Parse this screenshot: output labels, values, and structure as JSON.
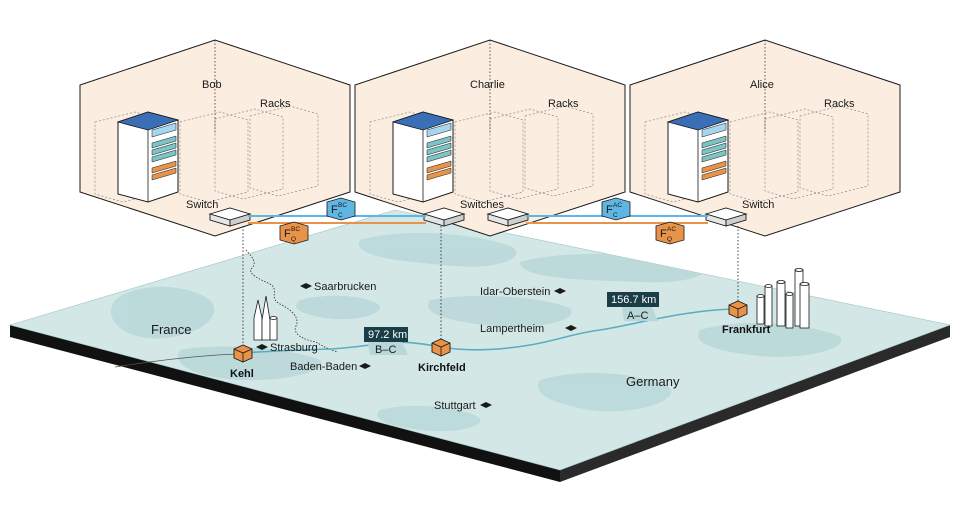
{
  "colors": {
    "map": "#d4e7e7",
    "map_patch": "#b9d7d9",
    "map_edge_front": "#1a1a1a",
    "node": "#e8934a",
    "classical_link": "#5fb6e3",
    "quantum_link": "#e8934a",
    "fiber": "#5aaec0",
    "site_panel": "#fbeee0",
    "rack_top": "#3a6fb8"
  },
  "sites": [
    {
      "name": "Bob",
      "racks_label": "Racks",
      "switch_label": "Switch"
    },
    {
      "name": "Charlie",
      "racks_label": "Racks",
      "switch_label": "Switches"
    },
    {
      "name": "Alice",
      "racks_label": "Racks",
      "switch_label": "Switch"
    }
  ],
  "links": {
    "bc_classical": {
      "main": "F",
      "sup": "BC",
      "sub": "C"
    },
    "bc_quantum": {
      "main": "F",
      "sup": "BC",
      "sub": "Q"
    },
    "ac_classical": {
      "main": "F",
      "sup": "AC",
      "sub": "C"
    },
    "ac_quantum": {
      "main": "F",
      "sup": "AC",
      "sub": "Q"
    }
  },
  "segments": [
    {
      "distance": "97.2 km",
      "label": "B–C"
    },
    {
      "distance": "156.7 km",
      "label": "A–C"
    }
  ],
  "map": {
    "countries": [
      "France",
      "Germany"
    ],
    "nodes": [
      "Kehl",
      "Kirchfeld",
      "Frankfurt"
    ],
    "cities": [
      "Saarbrucken",
      "Strasburg",
      "Baden-Baden",
      "Idar-Oberstein",
      "Lampertheim",
      "Stuttgart"
    ]
  }
}
